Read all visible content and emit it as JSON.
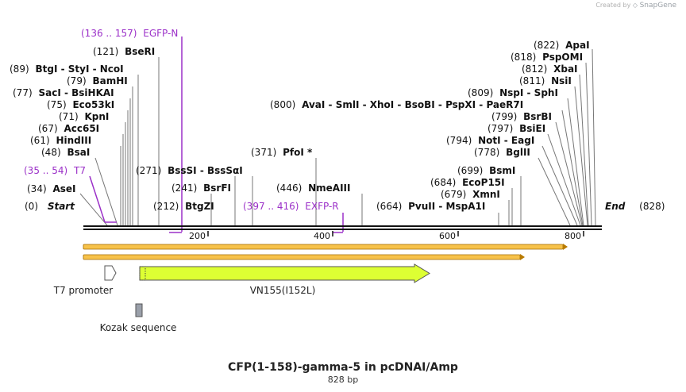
{
  "credit": {
    "prefix": "Created by",
    "brand": "SnapGene"
  },
  "title": "CFP(1-158)-gamma-5 in pcDNAI/Amp",
  "subtitle": "828 bp",
  "sequence": {
    "length": 828,
    "ticks": [
      200,
      400,
      600,
      800
    ]
  },
  "colors": {
    "primer": "#9b30c8",
    "feature_yellow": "#ddff33",
    "backbone_band": "#f7c24a",
    "line": "#555555"
  },
  "labels": [
    {
      "id": "egfp-n",
      "kind": "primer",
      "pos": "(136 .. 157)",
      "name": "EGFP-N"
    },
    {
      "id": "bseri",
      "kind": "enzyme",
      "pos": "(121)",
      "name": "BseRI"
    },
    {
      "id": "btgi",
      "kind": "enzyme",
      "pos": "(89)",
      "name": "BtgI  -  StyI  -  NcoI"
    },
    {
      "id": "bamhi",
      "kind": "enzyme",
      "pos": "(79)",
      "name": "BamHI"
    },
    {
      "id": "saci",
      "kind": "enzyme",
      "pos": "(77)",
      "name": "SacI  -  BsiHKAI"
    },
    {
      "id": "eco53ki",
      "kind": "enzyme",
      "pos": "(75)",
      "name": "Eco53kI"
    },
    {
      "id": "kpni",
      "kind": "enzyme",
      "pos": "(71)",
      "name": "KpnI"
    },
    {
      "id": "acc65i",
      "kind": "enzyme",
      "pos": "(67)",
      "name": "Acc65I"
    },
    {
      "id": "hindiii",
      "kind": "enzyme",
      "pos": "(61)",
      "name": "HindIII"
    },
    {
      "id": "bsai",
      "kind": "enzyme",
      "pos": "(48)",
      "name": "BsaI"
    },
    {
      "id": "t7-primer",
      "kind": "primer",
      "pos": "(35 .. 54)",
      "name": "T7"
    },
    {
      "id": "asei",
      "kind": "enzyme",
      "pos": "(34)",
      "name": "AseI"
    },
    {
      "id": "start",
      "kind": "terminal",
      "pos": "(0)",
      "name": "Start"
    },
    {
      "id": "bsssi",
      "kind": "enzyme",
      "pos": "(271)",
      "name": "BssSI  -  BssSαI"
    },
    {
      "id": "bsrfi",
      "kind": "enzyme",
      "pos": "(241)",
      "name": "BsrFI"
    },
    {
      "id": "btgzi",
      "kind": "enzyme",
      "pos": "(212)",
      "name": "BtgZI"
    },
    {
      "id": "pfoi",
      "kind": "enzyme",
      "pos": "(371)",
      "name": "PfoI *"
    },
    {
      "id": "nmeaiii",
      "kind": "enzyme",
      "pos": "(446)",
      "name": "NmeAIII"
    },
    {
      "id": "exfp-r",
      "kind": "primer",
      "pos": "(397 .. 416)",
      "name": "EXFP-R"
    },
    {
      "id": "ava-group",
      "kind": "enzyme",
      "pos": "(800)",
      "name": "AvaI  -  SmlI  -  XhoI  -  BsoBI  -  PspXI  -  PaeR7I"
    },
    {
      "id": "pvuii",
      "kind": "enzyme",
      "pos": "(664)",
      "name": "PvuII  -  MspA1I"
    },
    {
      "id": "bsmi",
      "kind": "enzyme",
      "pos": "(699)",
      "name": "BsmI"
    },
    {
      "id": "ecop15i",
      "kind": "enzyme",
      "pos": "(684)",
      "name": "EcoP15I"
    },
    {
      "id": "xmni",
      "kind": "enzyme",
      "pos": "(679)",
      "name": "XmnI"
    },
    {
      "id": "apai",
      "kind": "enzyme",
      "pos": "(822)",
      "name": "ApaI"
    },
    {
      "id": "pspomi",
      "kind": "enzyme",
      "pos": "(818)",
      "name": "PspOMI"
    },
    {
      "id": "xbai",
      "kind": "enzyme",
      "pos": "(812)",
      "name": "XbaI"
    },
    {
      "id": "nsii",
      "kind": "enzyme",
      "pos": "(811)",
      "name": "NsiI"
    },
    {
      "id": "nspi",
      "kind": "enzyme",
      "pos": "(809)",
      "name": "NspI  -  SphI"
    },
    {
      "id": "bsrbi",
      "kind": "enzyme",
      "pos": "(799)",
      "name": "BsrBI"
    },
    {
      "id": "bsiei",
      "kind": "enzyme",
      "pos": "(797)",
      "name": "BsiEI"
    },
    {
      "id": "noti",
      "kind": "enzyme",
      "pos": "(794)",
      "name": "NotI  -  EagI"
    },
    {
      "id": "bglii",
      "kind": "enzyme",
      "pos": "(778)",
      "name": "BglII"
    },
    {
      "id": "end",
      "kind": "terminal",
      "pos": "(828)",
      "name": "End"
    }
  ],
  "features": [
    {
      "id": "t7-promoter",
      "name": "T7 promoter",
      "color": "#ffffff"
    },
    {
      "id": "vn155",
      "name": "VN155(I152L)",
      "color": "#ddff33"
    },
    {
      "id": "kozak",
      "name": "Kozak sequence",
      "color": "#9aa0aa"
    }
  ]
}
